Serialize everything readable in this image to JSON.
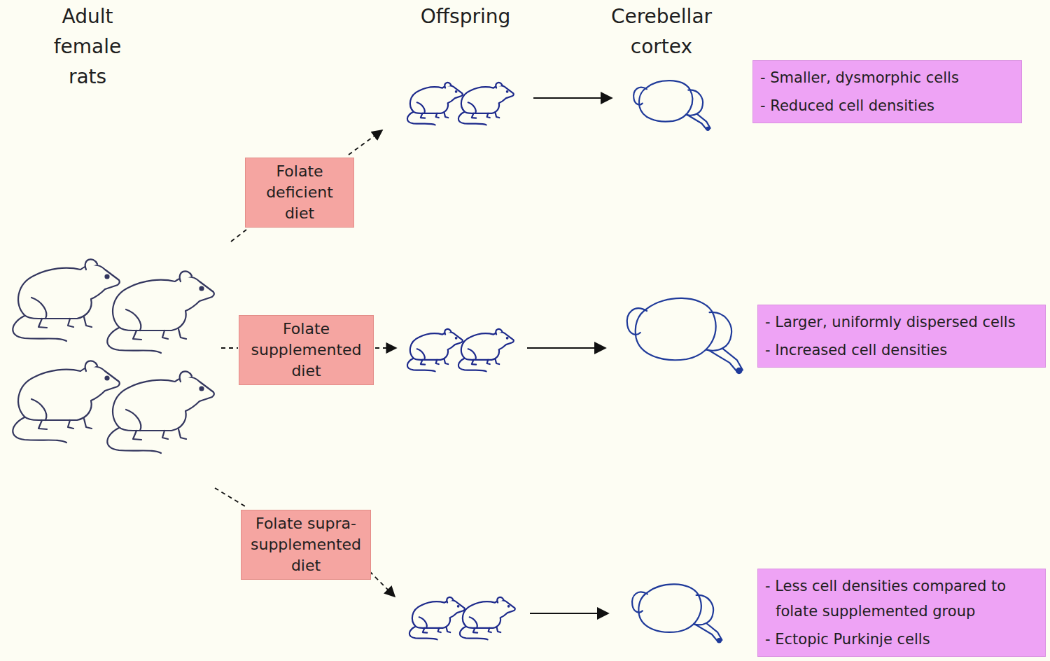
{
  "diagram": {
    "nodes": [
      {
        "text": [
          "Folate deficient diet"
        ]
      },
      {
        "text": [
          "- Smaller, dysmorphic cells",
          "- Reduced cell densities"
        ]
      },
      {
        "text": [
          "Folate supplemented diet"
        ]
      },
      {
        "text": [
          "- Larger, uniformly dispersed cells",
          "- Increased cell densities"
        ]
      },
      {
        "text": [
          "Folate supra-supplemented diet"
        ]
      },
      {
        "text": [
          "- Less cell densities compared to folate supplemented group",
          "- Ectopic Purkinje cells"
        ]
      }
    ],
    "labels": [
      "Adult female rats",
      "Offspring",
      "Cerebellar cortex"
    ]
  }
}
